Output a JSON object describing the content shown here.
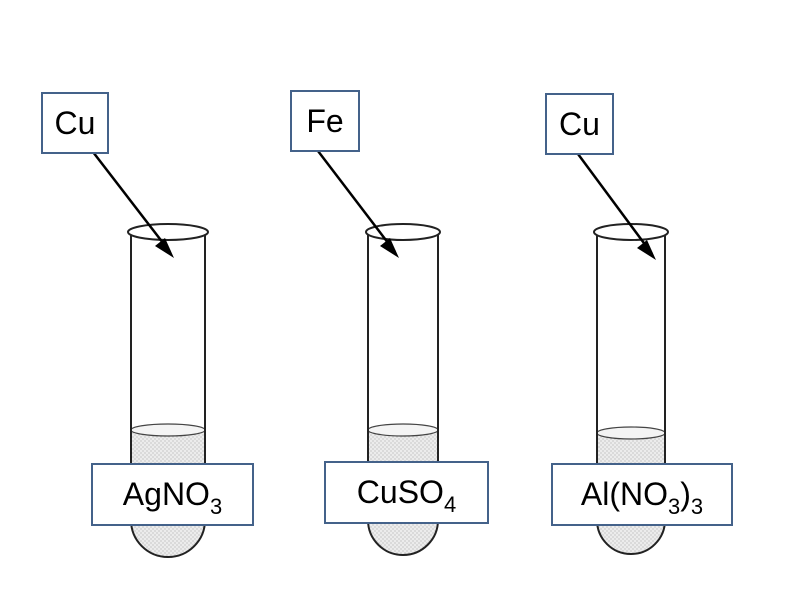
{
  "experiments": [
    {
      "metal": "Cu",
      "solution": {
        "parts": [
          {
            "t": "AgNO",
            "sub": false
          },
          {
            "t": "3",
            "sub": true
          }
        ]
      }
    },
    {
      "metal": "Fe",
      "solution": {
        "parts": [
          {
            "t": "CuSO",
            "sub": false
          },
          {
            "t": "4",
            "sub": true
          }
        ]
      }
    },
    {
      "metal": "Cu",
      "solution": {
        "parts": [
          {
            "t": "Al(NO",
            "sub": false
          },
          {
            "t": "3",
            "sub": true
          },
          {
            "t": ")",
            "sub": false
          },
          {
            "t": "3",
            "sub": true
          }
        ]
      }
    }
  ],
  "colors": {
    "box_border": "#44628a",
    "tube_outline": "#222222",
    "liquid": "#e8e8e8",
    "arrow": "#000000"
  }
}
